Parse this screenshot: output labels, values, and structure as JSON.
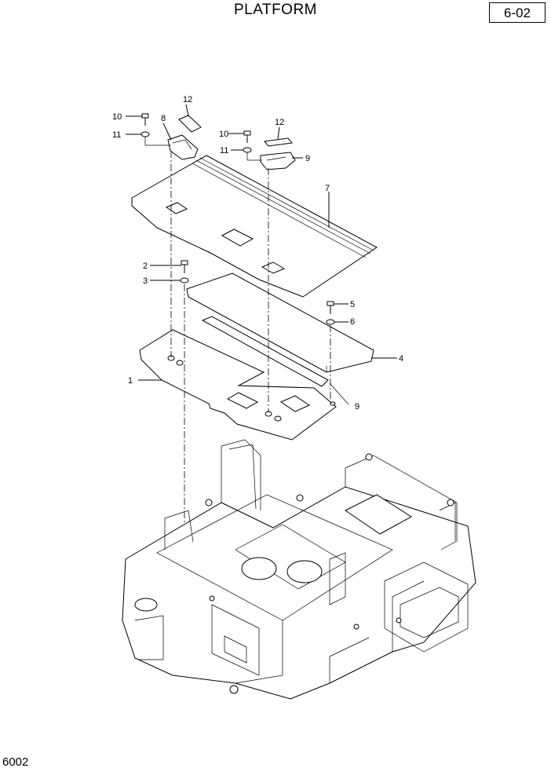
{
  "header": {
    "title": "PLATFORM",
    "page_ref": "6-02"
  },
  "footer": {
    "code": "6002"
  },
  "callouts": [
    "1",
    "2",
    "3",
    "4",
    "5",
    "6",
    "7",
    "8",
    "9",
    "9",
    "10",
    "10",
    "11",
    "11",
    "12",
    "12"
  ]
}
